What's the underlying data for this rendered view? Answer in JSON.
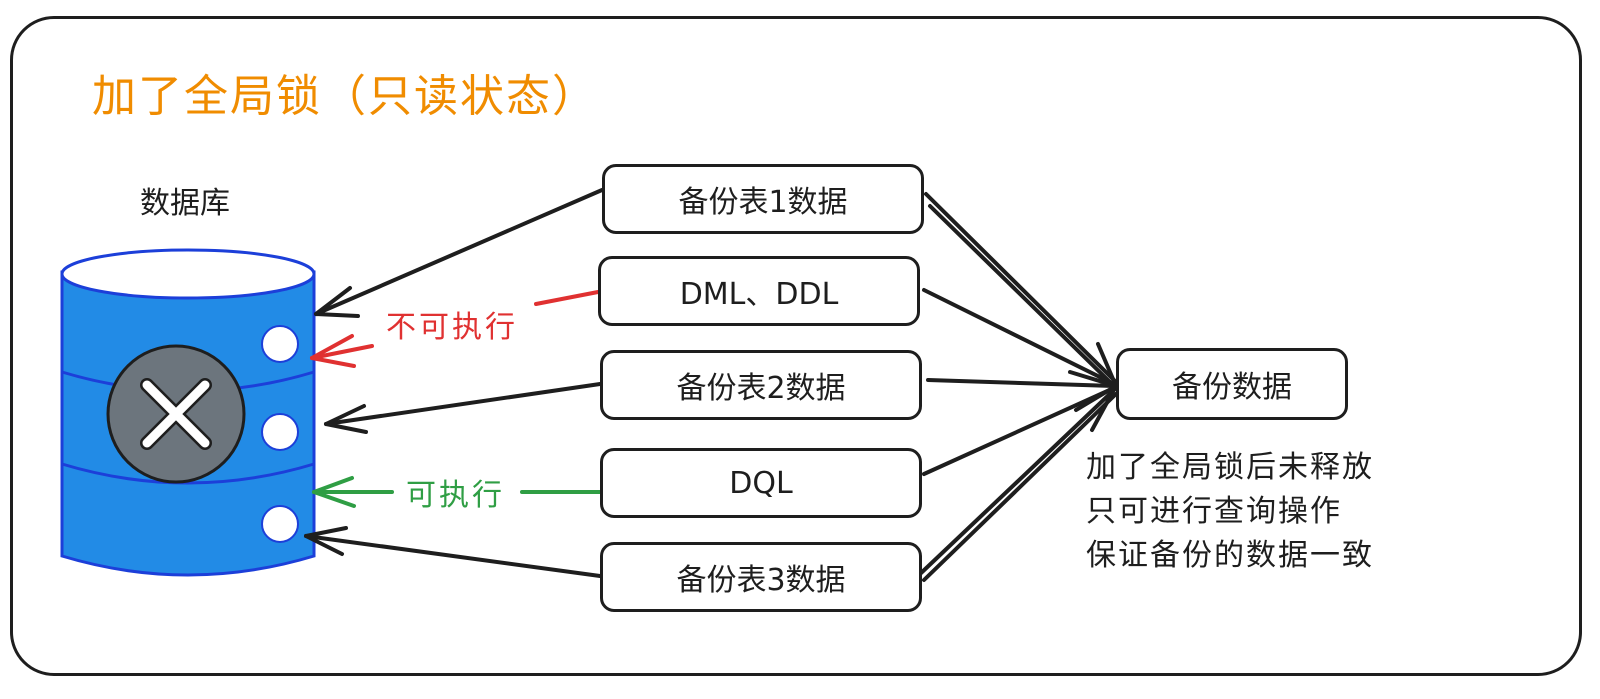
{
  "title": "加了全局锁（只读状态）",
  "database": {
    "label": "数据库",
    "body_color": "#228be6",
    "status_icon": "x-circle-icon"
  },
  "operations": [
    {
      "id": "backup-table-1",
      "label": "备份表1数据"
    },
    {
      "id": "dml-ddl",
      "label": "DML、DDL"
    },
    {
      "id": "backup-table-2",
      "label": "备份表2数据"
    },
    {
      "id": "dql",
      "label": "DQL"
    },
    {
      "id": "backup-table-3",
      "label": "备份表3数据"
    }
  ],
  "target": {
    "label": "备份数据"
  },
  "edge_labels": {
    "not_executable": "不可执行",
    "executable": "可执行"
  },
  "colors": {
    "title": "#f08c00",
    "not_executable": "#e03131",
    "executable": "#2f9e44",
    "stroke": "#1e1e1e"
  },
  "note": [
    "加了全局锁后未释放",
    "只可进行查询操作",
    "保证备份的数据一致"
  ]
}
